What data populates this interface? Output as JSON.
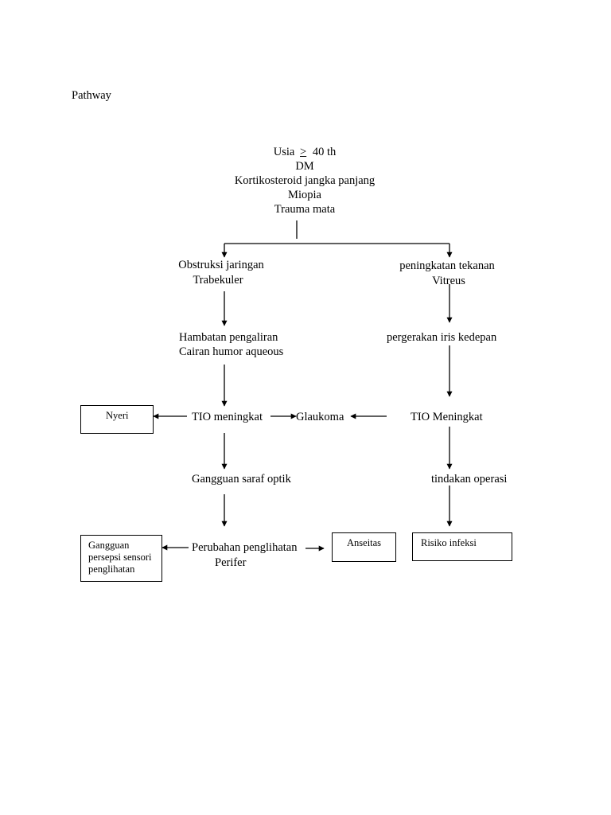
{
  "page_title": "Pathway",
  "top": {
    "lines": [
      "Usia",
      "DM",
      "Kortikosteroid jangka panjang",
      "Miopia",
      "Trauma mata"
    ],
    "usia_symbol": ">",
    "usia_value": "40 th"
  },
  "left_branch": {
    "obstruksi": [
      "Obstruksi jaringan",
      "Trabekuler"
    ],
    "hambatan": [
      "Hambatan pengaliran",
      "Cairan humor aqueous"
    ],
    "tio": "TIO meningkat",
    "gangguan_saraf": "Gangguan saraf optik",
    "perubahan": [
      "Perubahan penglihatan",
      "Perifer"
    ]
  },
  "right_branch": {
    "peningkatan": [
      "peningkatan tekanan",
      "Vitreus"
    ],
    "pergerakan": "pergerakan iris kedepan",
    "tio": "TIO Meningkat",
    "tindakan": "tindakan operasi"
  },
  "center": {
    "glaukoma": "Glaukoma"
  },
  "boxes": {
    "nyeri": "Nyeri",
    "gangguan_persepsi": [
      "Gangguan",
      "persepsi sensori",
      "penglihatan"
    ],
    "anseitas": "Anseitas",
    "risiko_infeksi": "Risiko infeksi"
  }
}
